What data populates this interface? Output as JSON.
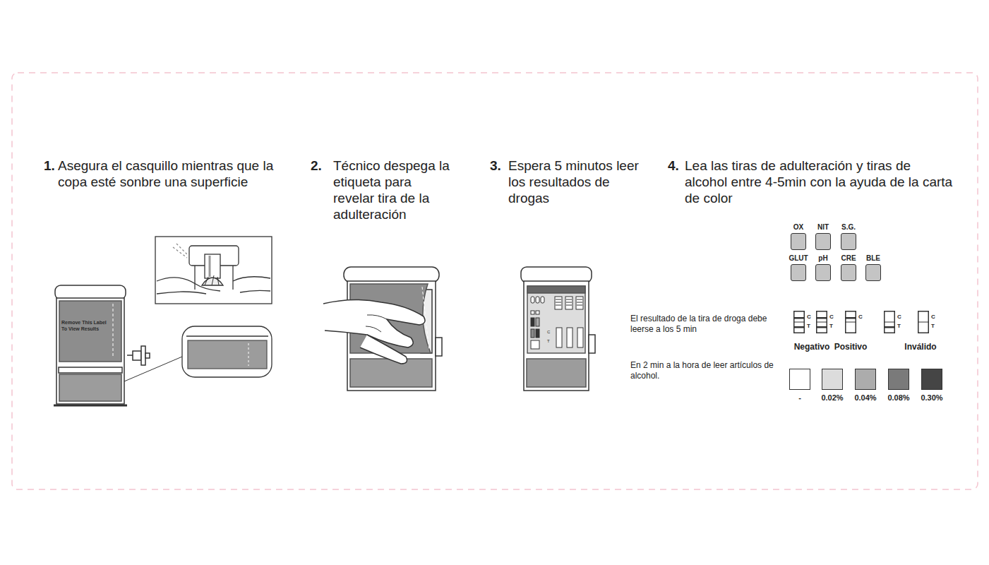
{
  "diagram": {
    "nodes": [
      {
        "text": [
          "OX"
        ]
      },
      {
        "text": [
          "NIT"
        ]
      },
      {
        "text": [
          "S.G."
        ]
      },
      {
        "text": [
          "GLUT"
        ]
      },
      {
        "text": [
          "pH"
        ]
      },
      {
        "text": [
          "CRE"
        ]
      },
      {
        "text": [
          "BLE"
        ]
      },
      {
        "text": [
          "C",
          "T"
        ]
      },
      {
        "text": [
          "C",
          "T"
        ]
      },
      {
        "text": [
          "C"
        ]
      },
      {
        "text": [
          "C",
          "T"
        ]
      },
      {
        "text": [
          "C",
          "T"
        ]
      },
      {
        "text": [
          "-"
        ]
      },
      {
        "text": [
          "0.02%"
        ]
      },
      {
        "text": [
          "0.04%"
        ]
      },
      {
        "text": [
          "0.08%"
        ]
      },
      {
        "text": [
          "0.30%"
        ]
      }
    ],
    "labels": [
      "1.",
      "Asegura el casquillo mientras que la copa esté sonbre una superficie",
      "2.",
      "Técnico despega la etiqueta para revelar tira de la adulteración",
      "3.",
      "Espera 5 minutos leer los resultados de drogas",
      "4.",
      "Lea las tiras de adulteración y tiras de alcohol entre 4-5min con la ayuda de la carta de color",
      "Remove This Label To View Results",
      "C",
      "T",
      "El resultado de la tira de droga debe leerse a los 5 min",
      "Negativo",
      "Positivo",
      "Inválido",
      "En 2 min a la hora de leer artículos de alcohol."
    ]
  }
}
